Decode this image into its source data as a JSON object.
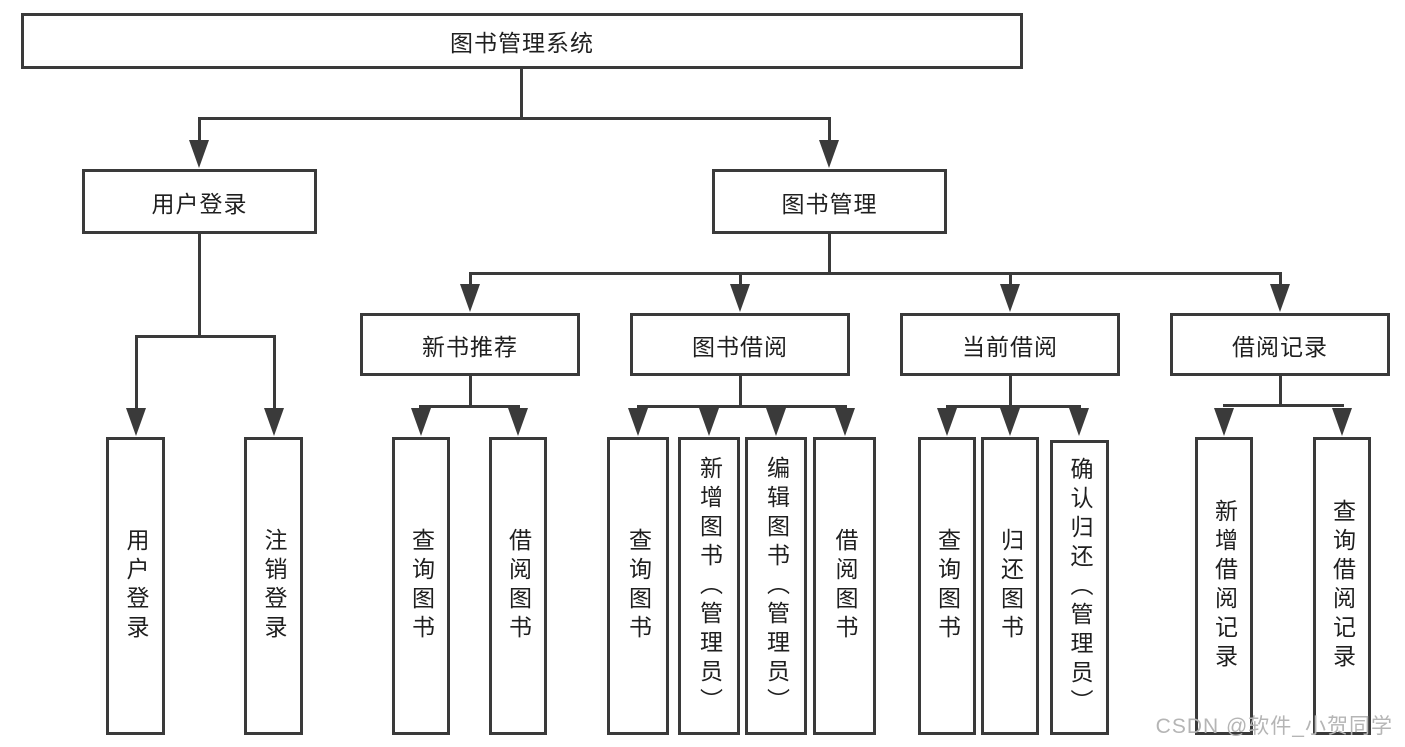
{
  "nodes": {
    "root": "图书管理系统",
    "branches": [
      {
        "label": "用户登录",
        "children": [
          "用户登录",
          "注销登录"
        ]
      },
      {
        "label": "图书管理",
        "groups": [
          {
            "label": "新书推荐",
            "children": [
              "查询图书",
              "借阅图书"
            ]
          },
          {
            "label": "图书借阅",
            "children": [
              "查询图书",
              "新增图书（管理员）",
              "编辑图书（管理员）",
              "借阅图书"
            ]
          },
          {
            "label": "当前借阅",
            "children": [
              "查询图书",
              "归还图书",
              "确认归还（管理员）"
            ]
          },
          {
            "label": "借阅记录",
            "children": [
              "新增借阅记录",
              "查询借阅记录"
            ]
          }
        ]
      }
    ]
  },
  "watermark": "CSDN @软件_小贺同学",
  "colors": {
    "line": "#3a3a3a",
    "text": "#1f1f1f",
    "watermark": "#b5b5b5",
    "background": "#ffffff"
  }
}
